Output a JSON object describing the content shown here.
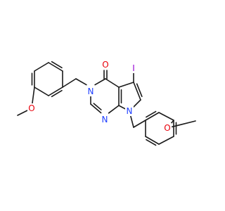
{
  "atoms": {
    "o_carbonyl": {
      "symbol": "O",
      "color": "#e8000b"
    },
    "i": {
      "symbol": "I",
      "color": "#9400d3"
    },
    "n3": {
      "symbol": "N",
      "color": "#1f3fff"
    },
    "n1": {
      "symbol": "N",
      "color": "#1f3fff"
    },
    "n7": {
      "symbol": "N",
      "color": "#1f3fff"
    },
    "o_left": {
      "symbol": "O",
      "color": "#e8000b"
    },
    "o_right": {
      "symbol": "O",
      "color": "#e8000b"
    }
  }
}
